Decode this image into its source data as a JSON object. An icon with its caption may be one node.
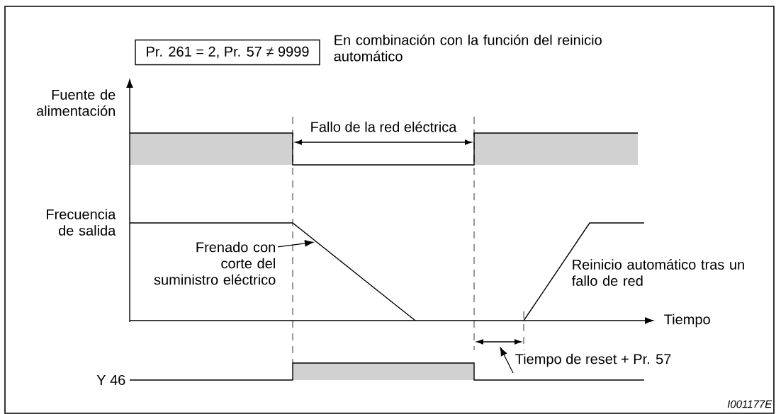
{
  "diagram": {
    "nodes": [
      {
        "text": [
          "Pr. 261 = 2, Pr. 57 ≠ 9999"
        ]
      },
      {
        "text": [
          "Frenado con corte del suministro eléctrico"
        ]
      },
      {
        "text": [
          "Tiempo de reset + Pr. 57"
        ]
      }
    ],
    "edges": [
      {
        "from": 1,
        "to": null,
        "arrow": "to"
      },
      {
        "from": 2,
        "to": null,
        "arrow": "to"
      }
    ],
    "labels": [
      "En combinación con la función del reinicio automático",
      "Fuente de alimentación",
      "Frecuencia de salida",
      "Fallo de la red eléctrica",
      "Reinicio automático tras un fallo de red",
      "Tiempo",
      "Y 46",
      "I001177E"
    ]
  }
}
